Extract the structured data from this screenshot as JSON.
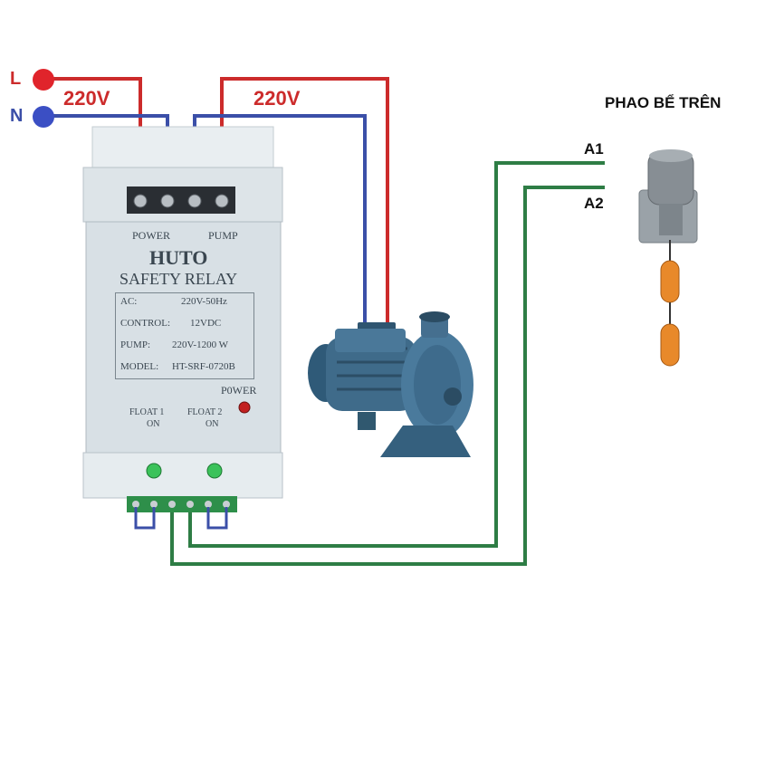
{
  "terminals": {
    "line": {
      "letter": "L",
      "color": "#e0242b"
    },
    "neutral": {
      "letter": "N",
      "color": "#3b4fc4"
    }
  },
  "voltage_labels": [
    "220V",
    "220V"
  ],
  "float_switch": {
    "title": "PHAO BỂ TRÊN",
    "wires": [
      "A1",
      "A2"
    ]
  },
  "relay": {
    "top_labels": {
      "power": "POWER",
      "pump": "PUMP"
    },
    "brand": "HUTO",
    "product": "SAFETY RELAY",
    "spec_rows": [
      {
        "key": "AC:",
        "value": "220V-50Hz"
      },
      {
        "key": "CONTROL:",
        "value": "12VDC"
      },
      {
        "key": "PUMP:",
        "value": "220V-1200 W"
      },
      {
        "key": "MODEL:",
        "value": "HT-SRF-0720B"
      }
    ],
    "power_led_label": "P0WER",
    "float1": {
      "label": "FLOAT 1",
      "state": "ON"
    },
    "float2": {
      "label": "FLOAT 2",
      "state": "ON"
    }
  },
  "colors": {
    "live_wire": "#cc2b2b",
    "neutral_wire": "#3b4fa8",
    "control_wire": "#2e7d45",
    "relay_body": "#dde4e8",
    "pump_body": "#3f6b8a",
    "float_ball": "#e8892a"
  },
  "icons": [
    "relay-icon",
    "pump-icon",
    "float-switch-icon",
    "led-icon"
  ]
}
